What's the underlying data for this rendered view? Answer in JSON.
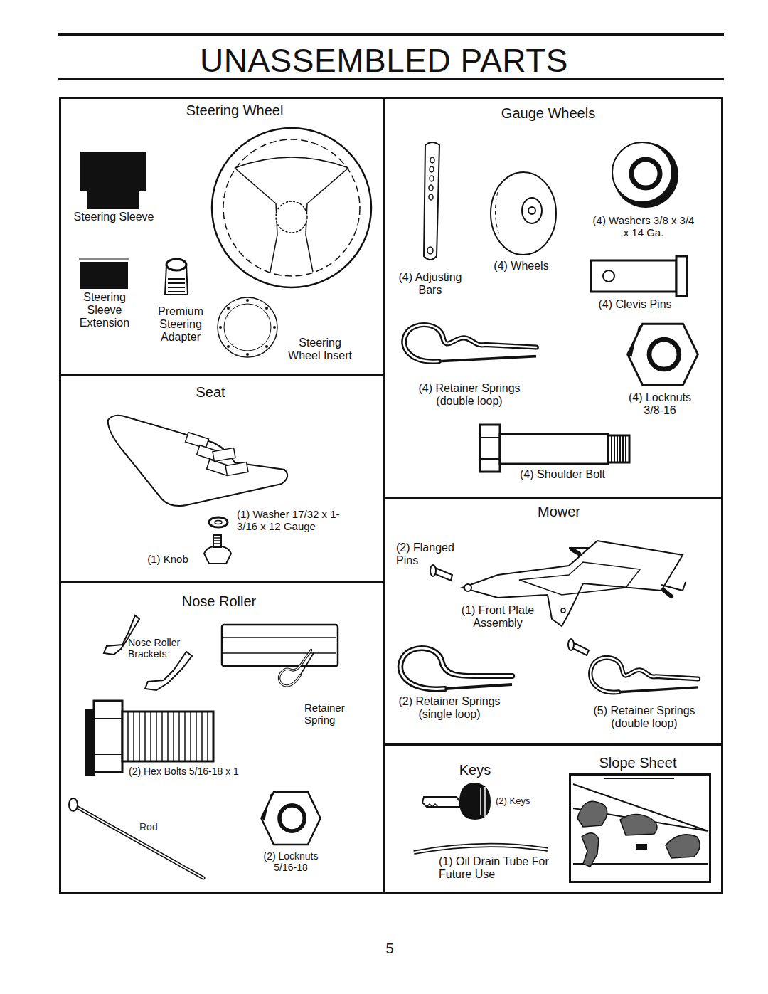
{
  "diagram": {
    "title": "UNASSEMBLED PARTS",
    "nodes": [
      {
        "text": [
          "Steering Wheel",
          "Steering Sleeve",
          "Steering Sleeve Extension",
          "Premium Steering Adapter",
          "Steering Wheel Insert"
        ]
      },
      {
        "text": [
          "Seat",
          "(1) Washer 17/32 x 1-3/16 x 12 Gauge",
          "(1) Knob"
        ]
      },
      {
        "text": [
          "Nose Roller",
          "Nose Roller Brackets",
          "Retainer Spring",
          "(2) Hex Bolts 5/16-18 x 1",
          "Rod",
          "(2) Locknuts 5/16-18"
        ]
      },
      {
        "text": [
          "Gauge Wheels",
          "(4) Adjusting Bars",
          "(4) Wheels",
          "(4) Washers 3/8 x 3/4 x 14 Ga.",
          "(4) Clevis Pins",
          "(4) Retainer Springs (double loop)",
          "(4) Locknuts 3/8-16",
          "(4) Shoulder Bolt"
        ]
      },
      {
        "text": [
          "Mower",
          "(2) Flanged Pins",
          "(1) Front Plate Assembly",
          "(2) Retainer Springs (single loop)",
          "(5) Retainer Springs (double loop)"
        ]
      },
      {
        "text": [
          "Keys",
          "(2) Keys",
          "(1) Oil Drain Tube For Future Use"
        ]
      },
      {
        "text": [
          "Slope Sheet"
        ],
        "in": 5
      }
    ],
    "labels": [
      "5"
    ]
  }
}
